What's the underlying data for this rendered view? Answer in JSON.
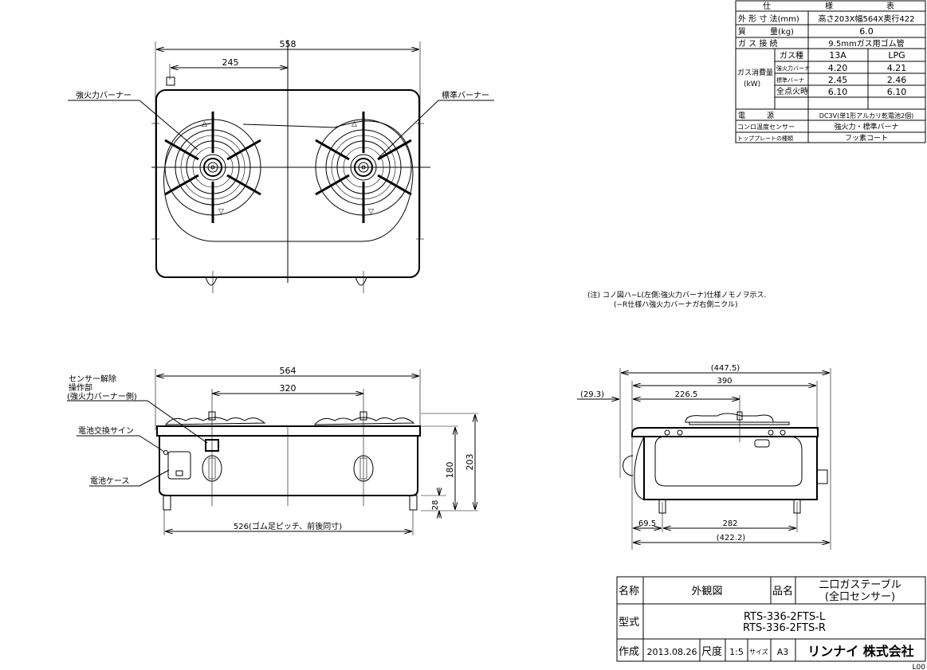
{
  "spec_table": {
    "title": [
      "仕",
      "様",
      "表"
    ],
    "rows": [
      {
        "label": "外 形 寸 法(mm)",
        "value": "高さ203X幅564X奥行422"
      },
      {
        "label": "質　　　量(kg)",
        "value": "6.0"
      },
      {
        "label": "ガ ス 接 続",
        "value": "9.5mmガス用ゴム管"
      }
    ],
    "consumption": {
      "group_label_1": "ガス消費量",
      "group_label_2": "(kW)",
      "header": {
        "label": "ガス種",
        "col1": "13A",
        "col2": "LPG"
      },
      "rows": [
        {
          "label": "強火力バーナ",
          "col1": "4.20",
          "col2": "4.21"
        },
        {
          "label": "標準バーナ",
          "col1": "2.45",
          "col2": "2.46"
        },
        {
          "label": "全点火時",
          "col1": "6.10",
          "col2": "6.10"
        }
      ]
    },
    "rows2": [
      {
        "label": "電　　　源",
        "value": "DC3V(単1形アルカリ乾電池2個)"
      },
      {
        "label": "コンロ温度センサー",
        "value": "強火力・標準バーナ"
      },
      {
        "label": "トッププレートの種類",
        "value": "フッ素コート"
      }
    ]
  },
  "top_view": {
    "dim_width": "558",
    "dim_offset": "245",
    "label_left": "強火力バーナー",
    "label_right": "標準バーナー"
  },
  "note": {
    "line1": "(注) コノ図ハ−L(左側:強火力バーナ)仕様ノモノヲ示ス.",
    "line2": "(−R仕様ハ強火力バーナガ右側ニクル)"
  },
  "front_view": {
    "dim_width": "564",
    "dim_center": "320",
    "dim_height_body": "180",
    "dim_height_total": "203",
    "dim_foot": "28",
    "dim_foot_pitch": "526(ゴム足ピッチ、前後同寸)",
    "label_sensor_1": "センサー解除",
    "label_sensor_2": "操作部",
    "label_sensor_3": "(強火力バーナー側)",
    "label_battery_sign": "電池交換サイン",
    "label_battery_case": "電池ケース"
  },
  "side_view": {
    "dim_total": "(447.5)",
    "dim_390": "390",
    "dim_226": "226.5",
    "dim_293": "(29.3)",
    "dim_695": "69.5",
    "dim_282": "282",
    "dim_4222": "(422.2)"
  },
  "title_block": {
    "name_label": "名称",
    "name_value": "外観図",
    "product_label": "品名",
    "product_line1": "二口ガステーブル",
    "product_line2": "(全口センサー)",
    "model_label": "型式",
    "model_line1": "RTS-336-2FTS-L",
    "model_line2": "RTS-336-2FTS-R",
    "created_label": "作成",
    "created_value": "2013.08.26",
    "scale_label": "尺度",
    "scale_value": "1:5",
    "size_label": "サイズ",
    "size_value": "A3",
    "company": "リンナイ 株式会社",
    "sheet_code": "L00"
  }
}
